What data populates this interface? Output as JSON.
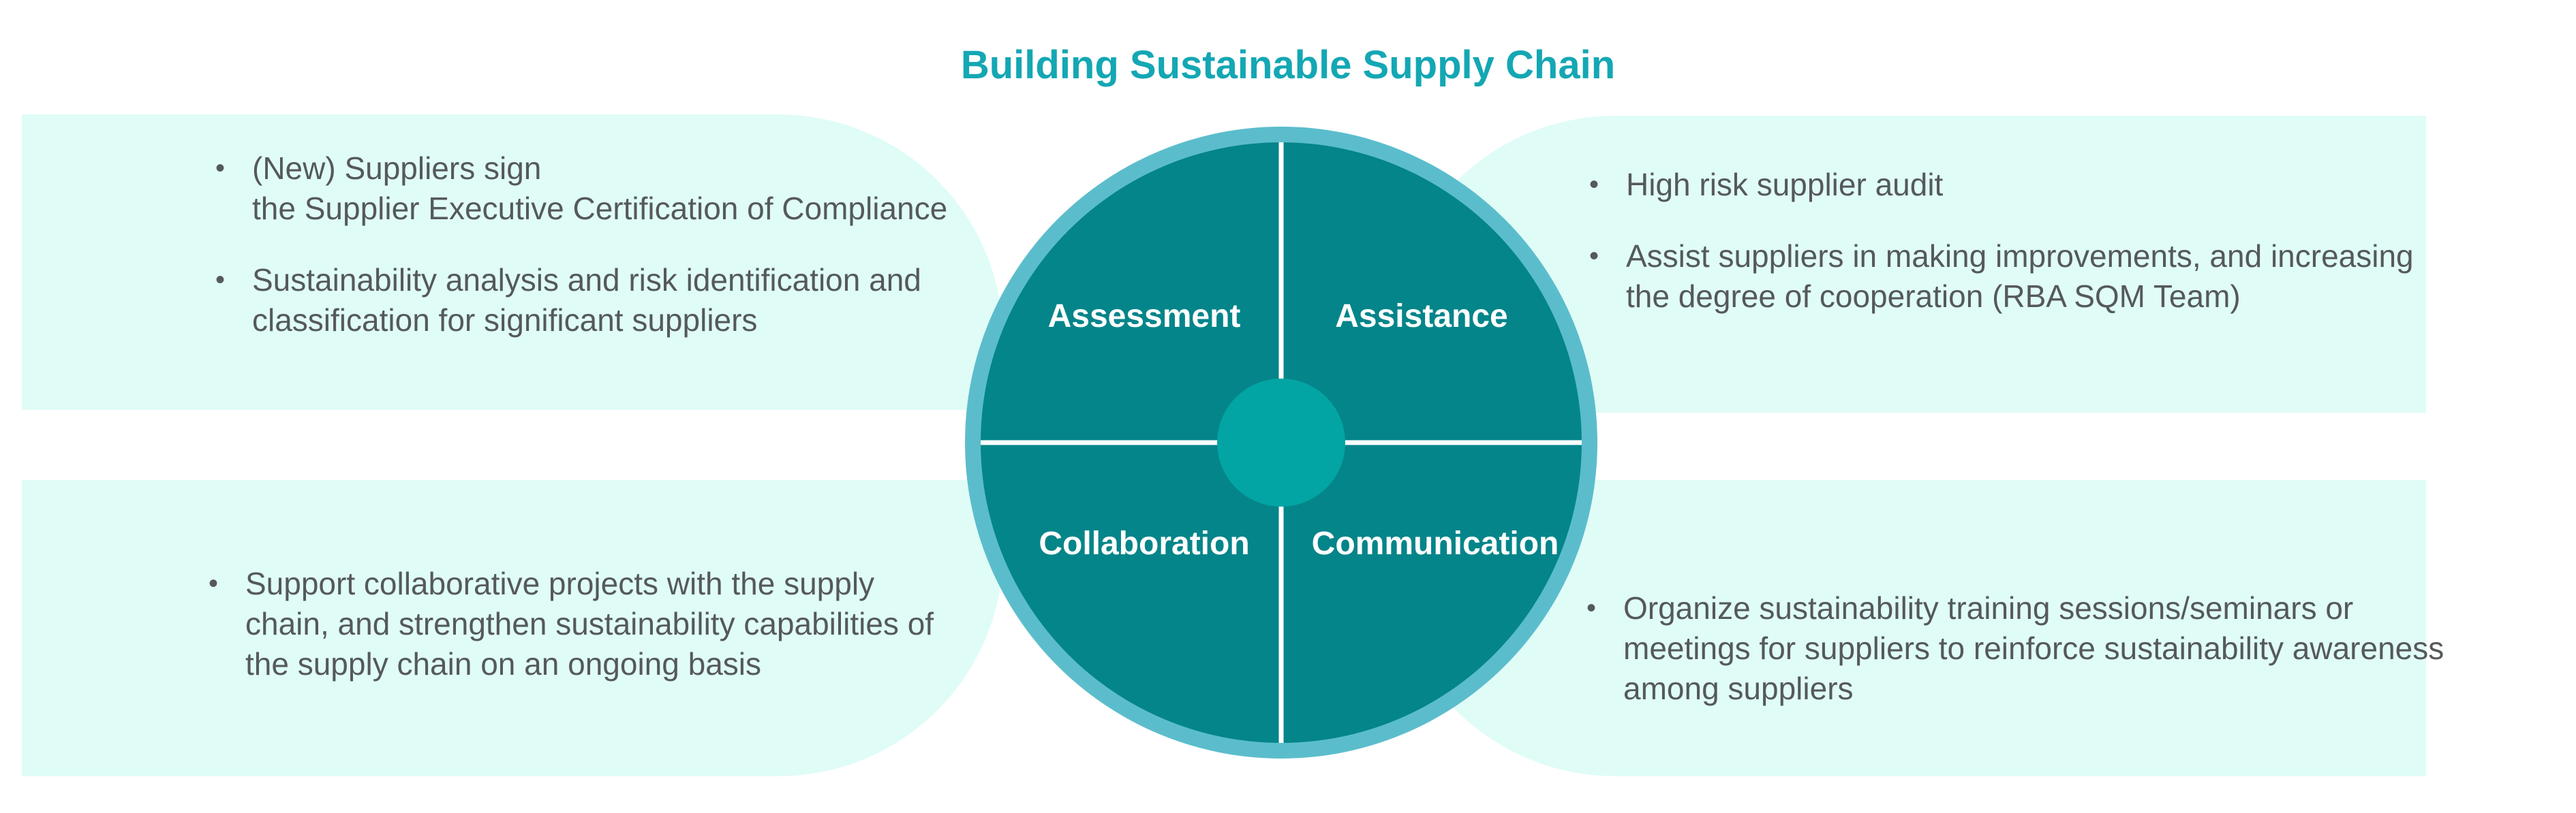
{
  "title": "Building Sustainable Supply Chain",
  "colors": {
    "title": "#14a7b4",
    "panel": "#e0fcf7",
    "wheel_ring": "#5bbdcc",
    "wheel_fill": "#048589",
    "wheel_center": "#02a5a4",
    "divider": "#ffffff"
  },
  "wheel": {
    "quadrants": [
      "Assessment",
      "Assistance",
      "Collaboration",
      "Communication"
    ]
  },
  "panels": {
    "top_left": {
      "bullets": [
        "(New) Suppliers sign\nthe Supplier Executive Certification of Compliance",
        "Sustainability analysis and risk identification and classification for significant suppliers"
      ]
    },
    "top_right": {
      "bullets": [
        "High risk supplier audit",
        "Assist suppliers in making improvements, and increasing the degree of cooperation (RBA SQM Team)"
      ]
    },
    "bottom_left": {
      "bullets": [
        "Support collaborative projects with the supply chain, and strengthen sustainability capabilities of the supply chain on an ongoing basis"
      ]
    },
    "bottom_right": {
      "bullets": [
        "Organize sustainability training sessions/seminars or meetings for suppliers to reinforce sustainability awareness among suppliers"
      ]
    }
  }
}
